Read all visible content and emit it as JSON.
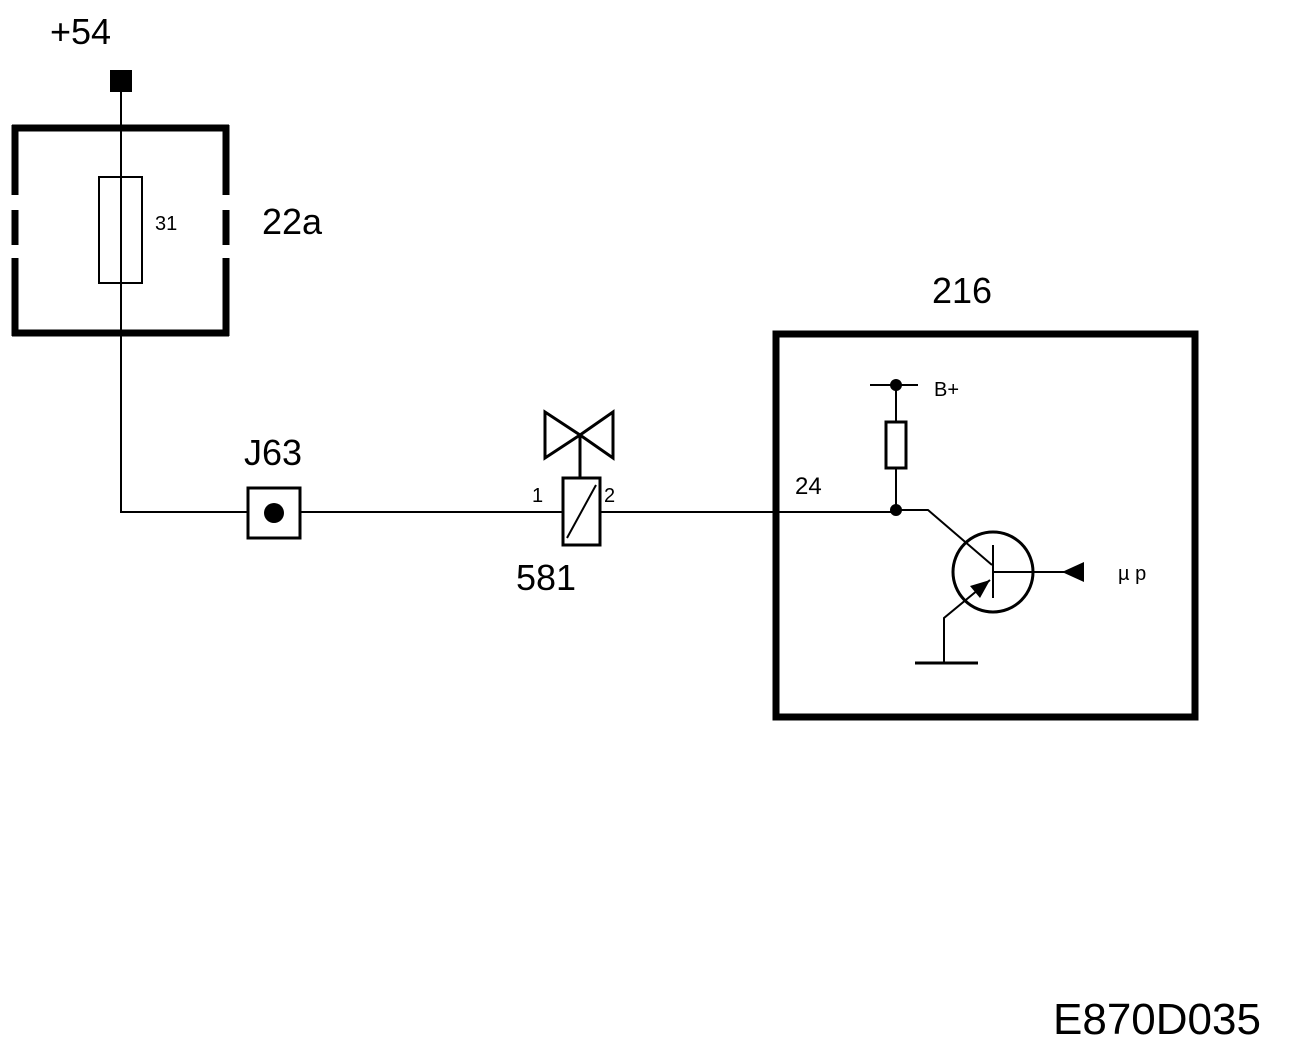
{
  "labels": {
    "supply": "+54",
    "fuse_box_id": "22a",
    "fuse_number": "31",
    "connector_id": "J63",
    "valve_id": "581",
    "valve_pin1": "1",
    "valve_pin2": "2",
    "control_unit_id": "216",
    "control_unit_pin": "24",
    "b_plus": "B+",
    "microprocessor": "µ p",
    "drawing_number": "E870D035"
  }
}
